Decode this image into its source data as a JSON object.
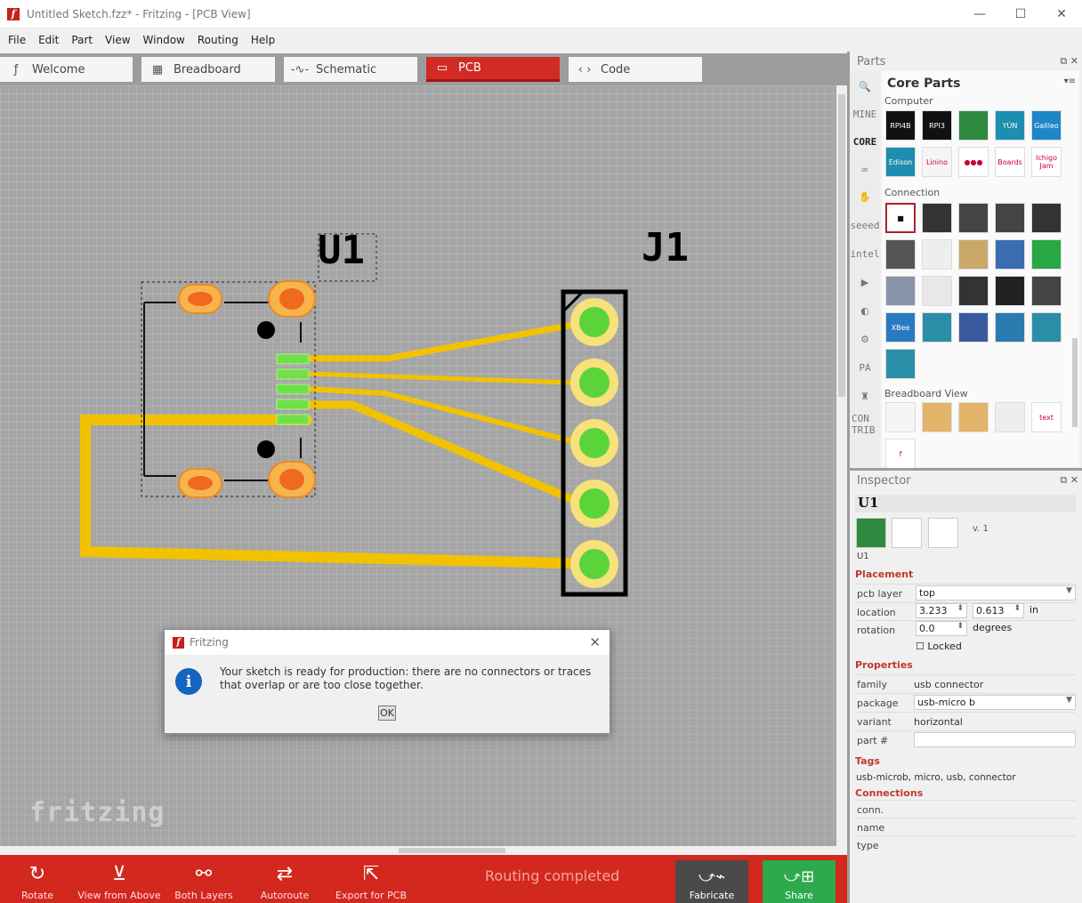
{
  "window": {
    "title": "Untitled Sketch.fzz* - Fritzing - [PCB View]",
    "app_icon": "f",
    "controls": [
      "—",
      "☐",
      "✕"
    ]
  },
  "menu": [
    "File",
    "Edit",
    "Part",
    "View",
    "Window",
    "Routing",
    "Help"
  ],
  "tabs": [
    {
      "label": "Welcome",
      "icon": "fritzing-f-icon",
      "glyph": "ƒ",
      "active": false
    },
    {
      "label": "Breadboard",
      "icon": "breadboard-icon",
      "glyph": "▦",
      "active": false
    },
    {
      "label": "Schematic",
      "icon": "schematic-icon",
      "glyph": "-∿-",
      "active": false
    },
    {
      "label": "PCB",
      "icon": "pcb-icon",
      "glyph": "▭",
      "active": true
    },
    {
      "label": "Code",
      "icon": "code-icon",
      "glyph": "‹ ›",
      "active": false
    }
  ],
  "canvas": {
    "watermark": "fritzing",
    "labels": {
      "u1": "U1",
      "j1": "J1"
    },
    "colors": {
      "trace": "#f2c200",
      "pad_orange": "#f08a28",
      "pad_green": "#5bd43a",
      "background": "#a5a5a5"
    }
  },
  "dialog": {
    "title": "Fritzing",
    "message": "Your sketch is ready for production: there are no connectors or traces that overlap or are too close together.",
    "ok_label": "OK",
    "close_glyph": "✕",
    "info_glyph": "i"
  },
  "toolbar": {
    "buttons": [
      {
        "label": "Rotate",
        "icon": "rotate-icon",
        "glyph": "↻"
      },
      {
        "label": "View from Above",
        "icon": "view-from-above-icon",
        "glyph": "⊻"
      },
      {
        "label": "Both Layers",
        "icon": "both-layers-icon",
        "glyph": "⚯"
      },
      {
        "label": "Autoroute",
        "icon": "autoroute-icon",
        "glyph": "⇄"
      },
      {
        "label": "Export for PCB",
        "icon": "export-icon",
        "glyph": "⇱"
      }
    ],
    "status": "Routing completed",
    "fabricate_label": "Fabricate",
    "share_label": "Share"
  },
  "parts": {
    "panel_title": "Parts",
    "bin_title": "Core Parts",
    "bins": [
      {
        "label": "",
        "icon": "search-icon",
        "glyph": "🔍"
      },
      {
        "label": "MINE",
        "icon": "",
        "glyph": ""
      },
      {
        "label": "CORE",
        "icon": "",
        "glyph": ""
      },
      {
        "label": "",
        "icon": "arduino-icon",
        "glyph": "∞"
      },
      {
        "label": "",
        "icon": "sparkfun-icon",
        "glyph": "✋"
      },
      {
        "label": "seeed",
        "icon": "seeed-icon",
        "glyph": ""
      },
      {
        "label": "intel",
        "icon": "intel-icon",
        "glyph": ""
      },
      {
        "label": "",
        "icon": "play-icon",
        "glyph": "▶"
      },
      {
        "label": "",
        "icon": "snootlab-icon",
        "glyph": "◐"
      },
      {
        "label": "",
        "icon": "robot-icon",
        "glyph": "⚙"
      },
      {
        "label": "PA",
        "icon": "",
        "glyph": ""
      },
      {
        "label": "",
        "icon": "piano-icon",
        "glyph": "♜"
      },
      {
        "label": "CON TRIB",
        "icon": "",
        "glyph": ""
      }
    ],
    "sections": [
      {
        "label": "Computer",
        "tiles": [
          {
            "text": "RPI4B",
            "bg": "#111"
          },
          {
            "text": "RPI3",
            "bg": "#111"
          },
          {
            "text": "",
            "bg": "#2d8a3e"
          },
          {
            "text": "YÚN",
            "bg": "#1d8eb0"
          },
          {
            "text": "Galileo",
            "bg": "#1e86c8"
          },
          {
            "text": "Edison",
            "bg": "#1d8eb0"
          },
          {
            "text": "Linino",
            "bg": "#f5f5f5"
          },
          {
            "text": "●●●",
            "bg": "#fff"
          },
          {
            "text": "Boards",
            "bg": "#fff"
          },
          {
            "text": "Ichigo Jam",
            "bg": "#fff"
          }
        ]
      },
      {
        "label": "Connection",
        "tiles": [
          {
            "text": "■",
            "bg": "#fff"
          },
          {
            "text": "",
            "bg": "#333"
          },
          {
            "text": "",
            "bg": "#444"
          },
          {
            "text": "",
            "bg": "#444"
          },
          {
            "text": "",
            "bg": "#333"
          },
          {
            "text": "",
            "bg": "#555"
          },
          {
            "text": "",
            "bg": "#eee"
          },
          {
            "text": "",
            "bg": "#c9a86a"
          },
          {
            "text": "",
            "bg": "#3a6cb0"
          },
          {
            "text": "",
            "bg": "#28a745"
          },
          {
            "text": "",
            "bg": "#8894a8"
          },
          {
            "text": "",
            "bg": "#e8e8e8"
          },
          {
            "text": "",
            "bg": "#333"
          },
          {
            "text": "",
            "bg": "#222"
          },
          {
            "text": "",
            "bg": "#444"
          },
          {
            "text": "XBee",
            "bg": "#2a7ac0"
          },
          {
            "text": "",
            "bg": "#2b8ea8"
          },
          {
            "text": "",
            "bg": "#3a5aa0"
          },
          {
            "text": "",
            "bg": "#2b7ab0"
          },
          {
            "text": "",
            "bg": "#2b8ea8"
          },
          {
            "text": "",
            "bg": "#2b8ea8"
          }
        ]
      },
      {
        "label": "Breadboard View",
        "tiles": [
          {
            "text": "",
            "bg": "#f5f5f5"
          },
          {
            "text": "",
            "bg": "#e2b56a"
          },
          {
            "text": "",
            "bg": "#e2b56a"
          },
          {
            "text": "",
            "bg": "#eee"
          },
          {
            "text": "text",
            "bg": "#fff"
          },
          {
            "text": "f",
            "bg": "#fff"
          }
        ]
      }
    ]
  },
  "inspector": {
    "panel_title": "Inspector",
    "part_name": "U1",
    "version": "v. 1",
    "small_label": "U1",
    "placement_heading": "Placement",
    "pcb_layer_label": "pcb layer",
    "pcb_layer_value": "top",
    "location_label": "location",
    "location_x": "3.233",
    "location_y": "0.613",
    "location_unit": "in",
    "rotation_label": "rotation",
    "rotation_value": "0.0",
    "rotation_unit": "degrees",
    "locked_label": "Locked",
    "properties_heading": "Properties",
    "family_label": "family",
    "family_value": "usb connector",
    "package_label": "package",
    "package_value": "usb-micro  b",
    "variant_label": "variant",
    "variant_value": "horizontal",
    "part_num_label": "part #",
    "part_num_value": "",
    "tags_heading": "Tags",
    "tags_value": "usb-microb, micro, usb, connector",
    "connections_heading": "Connections",
    "conn_label": "conn.",
    "name_label": "name",
    "type_label": "type"
  }
}
